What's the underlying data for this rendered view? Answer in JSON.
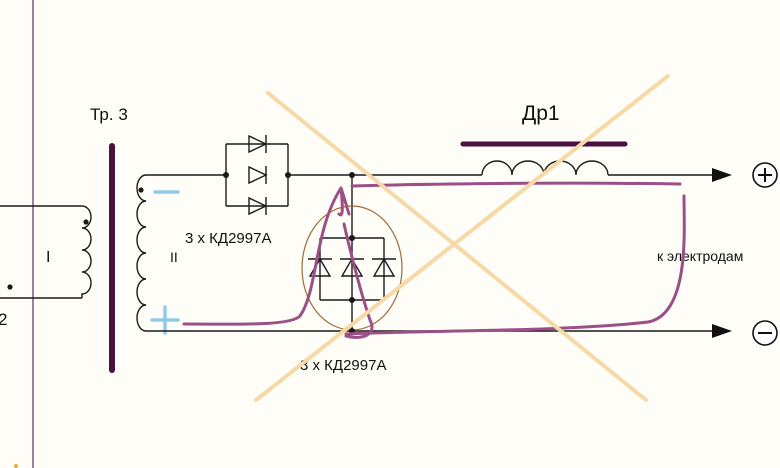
{
  "labels": {
    "transformer": "Тр. 3",
    "inductor": "Др1",
    "diodes_top": "3 х КД2997А",
    "diodes_bottom": "3 х КД2997А",
    "winding_primary": "I",
    "winding_secondary": "II",
    "electrodes": "к электродам",
    "primary_pin": "2",
    "terminal_plus": "+",
    "terminal_minus": "−"
  },
  "colors": {
    "wire": "#1a1a1a",
    "core": "#4a1040",
    "current_path": "#9b4f86",
    "polarity_marks": "#8fcbe8",
    "cross": "#f6d9a6",
    "ellipse": "#a06a34",
    "page_line": "#6b3a78"
  },
  "icons": [
    "diode-icon",
    "inductor-icon",
    "transformer-core-icon",
    "cross-mark-icon",
    "arrow-icon"
  ]
}
